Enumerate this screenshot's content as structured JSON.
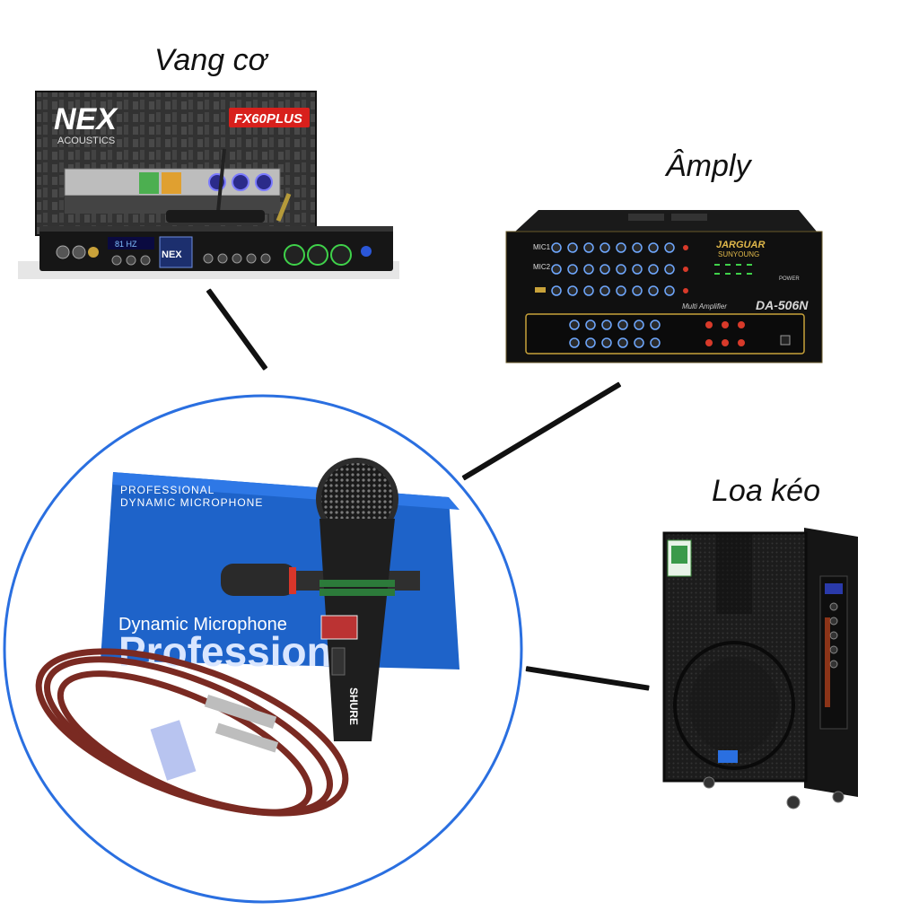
{
  "labels": {
    "mixer": "Vang cơ",
    "amplifier": "Âmply",
    "speaker": "Loa kéo"
  },
  "mixer": {
    "brand": "NEX",
    "brand_sub": "ACOUSTICS",
    "model": "FX60PLUS",
    "display": "81 HZ"
  },
  "amplifier": {
    "brand": "JARGUAR",
    "brand_sub": "SUNYOUNG",
    "model": "DA-506N",
    "mic1": "MIC1",
    "mic2": "MIC2",
    "subtitle": "Multi Amplifier",
    "power": "POWER"
  },
  "microphone": {
    "box_line1": "PROFESSIONAL",
    "box_line2": "DYNAMIC MICROPHONE",
    "box_caption": "Dynamic Microphone",
    "box_big": "Professional",
    "mic_brand": "SHURE"
  },
  "colors": {
    "circle": "#2a6fe0",
    "box_blue": "#1e63c9",
    "cable": "#7a2a22",
    "nex_red": "#d8201c"
  }
}
